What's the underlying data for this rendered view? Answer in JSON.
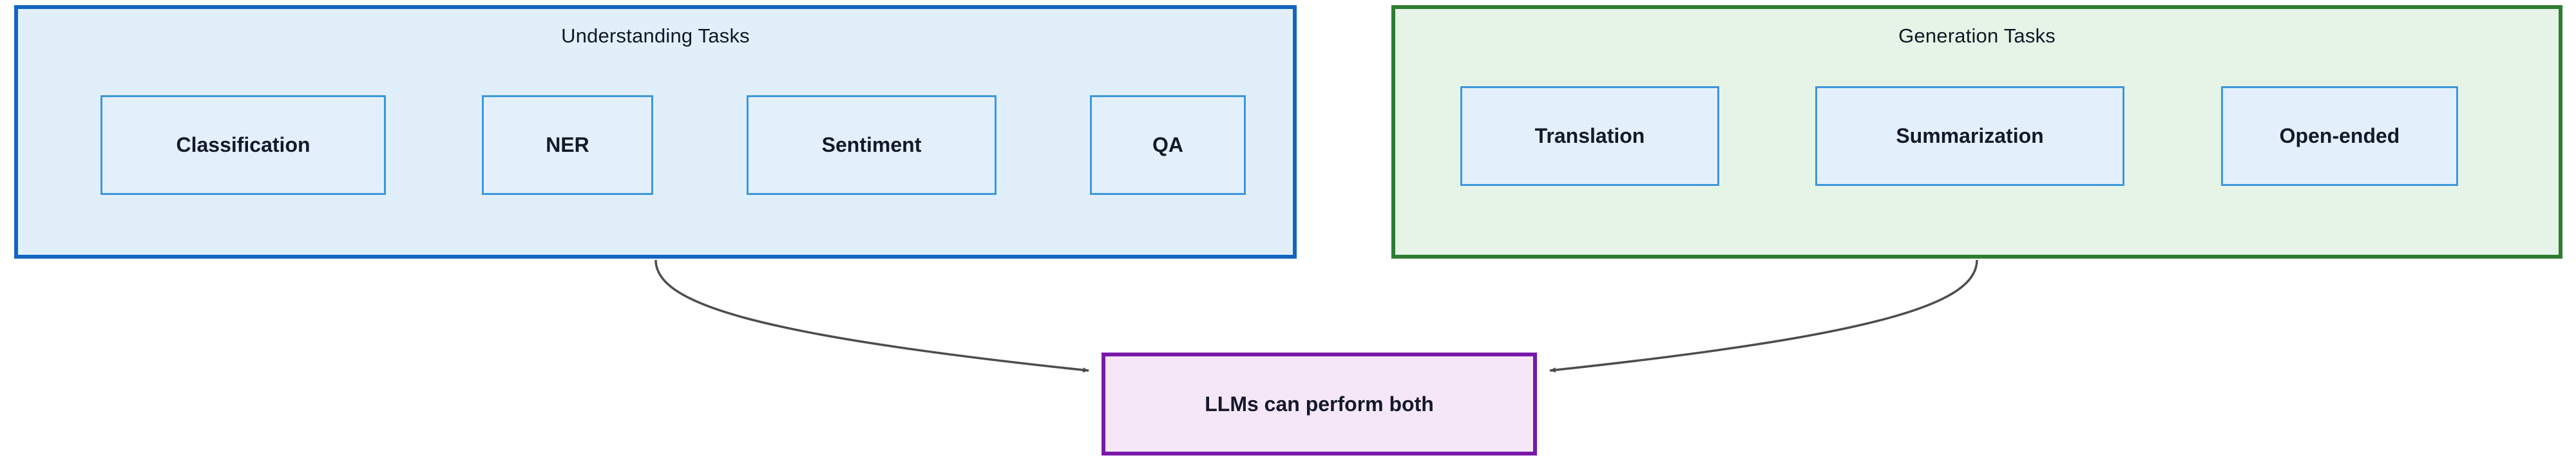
{
  "diagram": {
    "title_understanding": "Understanding Tasks",
    "title_generation": "Generation Tasks",
    "groups": [
      {
        "id": "understanding",
        "label": "Understanding Tasks",
        "border_color": "#1266c0",
        "fill_color": "#e1effb",
        "nodes": [
          {
            "id": "classification",
            "label": "Classification"
          },
          {
            "id": "ner",
            "label": "NER"
          },
          {
            "id": "sentiment",
            "label": "Sentiment"
          },
          {
            "id": "qa",
            "label": "QA"
          }
        ]
      },
      {
        "id": "generation",
        "label": "Generation Tasks",
        "border_color": "#2e7d32",
        "fill_color": "#e5f4e6",
        "nodes": [
          {
            "id": "translation",
            "label": "Translation"
          },
          {
            "id": "summarization",
            "label": "Summarization"
          },
          {
            "id": "openended",
            "label": "Open-ended"
          }
        ]
      }
    ],
    "outcome": {
      "id": "llms-can-perform-both",
      "label": "LLMs can perform both",
      "border_color": "#7819a8",
      "fill_color": "#f5e7f7"
    },
    "connectors": [
      {
        "id": "understanding-to-outcome",
        "from": "understanding",
        "to": "llms-can-perform-both",
        "arrow": "end",
        "color": "#4d4d4d"
      },
      {
        "id": "generation-to-outcome",
        "from": "generation",
        "to": "llms-can-perform-both",
        "arrow": "end",
        "color": "#4d4d4d"
      }
    ],
    "node_style": {
      "border_color": "#3d97db",
      "fill_color": "#e3f0fb"
    }
  }
}
